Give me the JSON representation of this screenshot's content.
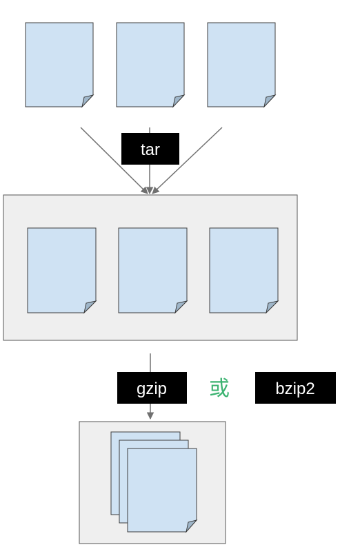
{
  "labels": {
    "tar": "tar",
    "gzip": "gzip",
    "or": "或",
    "bzip2": "bzip2"
  },
  "colors": {
    "file_fill": "#cfe2f3",
    "file_stroke": "#3c3c3c",
    "container_fill": "#efefef",
    "container_stroke": "#555555",
    "arrow": "#707070",
    "label_bg": "#000000",
    "label_text": "#ffffff",
    "or_text": "#3cb371"
  }
}
